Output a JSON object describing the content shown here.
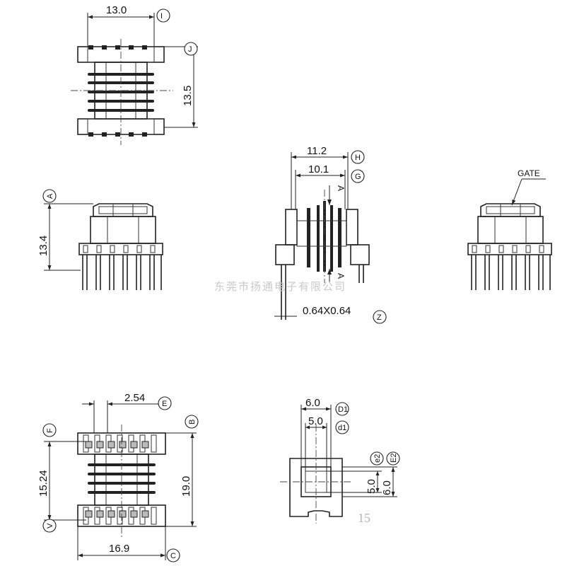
{
  "dimensions": {
    "top_view_width": "13.0",
    "top_view_height": "13.5",
    "front_height": "13.4",
    "side_width_outer": "11.2",
    "side_width_inner": "10.1",
    "pin_size": "0.64X0.64",
    "pin_pitch": "2.54",
    "bottom_view_height": "19.0",
    "bottom_row_spacing": "15.24",
    "bottom_width": "16.9",
    "core_outer": "6.0",
    "core_inner": "5.0",
    "core_inner_vertical": "5.0",
    "core_outer_vertical": "6.0"
  },
  "balloons": {
    "I": "I",
    "J": "J",
    "A": "A",
    "H": "H",
    "G": "G",
    "Z": "Z",
    "E": "E",
    "F": "F",
    "B": "B",
    "V": "V",
    "C": "C",
    "D1": "D1",
    "d1": "d1",
    "E2": "E2",
    "e2": "e2"
  },
  "section_marks": {
    "top": "A",
    "bottom": "A"
  },
  "labels": {
    "gate": "GATE"
  },
  "watermark": "东莞市扬通电子有限公司",
  "page_number": "15"
}
